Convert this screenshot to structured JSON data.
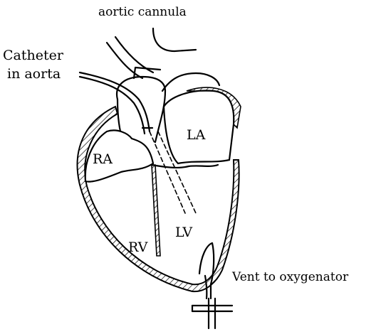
{
  "labels": {
    "aortic_cannula": "aortic cannula",
    "catheter_line1": "Catheter",
    "catheter_line2": "in aorta",
    "ra": "RA",
    "la": "LA",
    "rv": "RV",
    "lv": "LV",
    "vent": "Vent to oxygenator"
  },
  "colors": {
    "line": "#000000",
    "background": "#ffffff"
  }
}
